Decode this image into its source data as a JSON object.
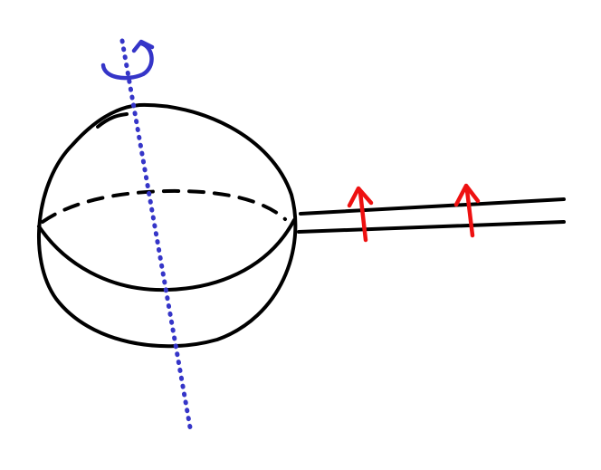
{
  "colors": {
    "background": "#ffffff",
    "outline": "#000000",
    "axis": "#3535c8",
    "arrows": "#ee1111"
  },
  "diagram": {
    "elements": [
      "sphere",
      "equator",
      "wire",
      "current-arrows",
      "rotation-axis",
      "rotation-arrow"
    ],
    "current_arrow_count": 2
  }
}
